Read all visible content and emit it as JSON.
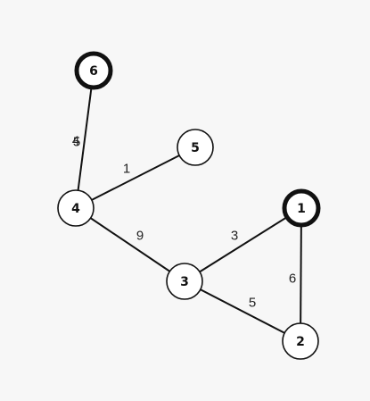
{
  "graph": {
    "nodes": [
      {
        "id": "1",
        "label": "1",
        "highlighted": true
      },
      {
        "id": "2",
        "label": "2",
        "highlighted": false
      },
      {
        "id": "3",
        "label": "3",
        "highlighted": false
      },
      {
        "id": "4",
        "label": "4",
        "highlighted": false
      },
      {
        "id": "5",
        "label": "5",
        "highlighted": false
      },
      {
        "id": "6",
        "label": "6",
        "highlighted": true
      }
    ],
    "edges": [
      {
        "from": "4",
        "to": "6",
        "weights": [
          "4",
          "5"
        ]
      },
      {
        "from": "4",
        "to": "5",
        "weights": [
          "1"
        ]
      },
      {
        "from": "4",
        "to": "3",
        "weights": [
          "9"
        ]
      },
      {
        "from": "3",
        "to": "1",
        "weights": [
          "3"
        ]
      },
      {
        "from": "3",
        "to": "2",
        "weights": [
          "5"
        ]
      },
      {
        "from": "1",
        "to": "2",
        "weights": [
          "6"
        ]
      }
    ]
  },
  "colors": {
    "background": "#f7f7f7",
    "stroke": "#111111",
    "node_fill": "#ffffff",
    "label_text": "#222222"
  }
}
